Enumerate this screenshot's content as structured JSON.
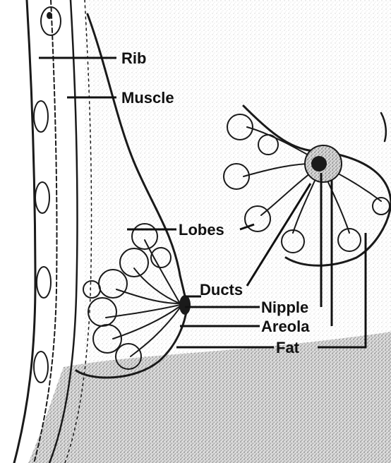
{
  "labels": {
    "rib": "Rib",
    "muscle": "Muscle",
    "lobes": "Lobes",
    "ducts": "Ducts",
    "nipple": "Nipple",
    "areola": "Areola",
    "fat": "Fat"
  },
  "colors": {
    "ink": "#1a1a1a",
    "paper": "#ffffff",
    "stipple": "#9a9a9a"
  }
}
